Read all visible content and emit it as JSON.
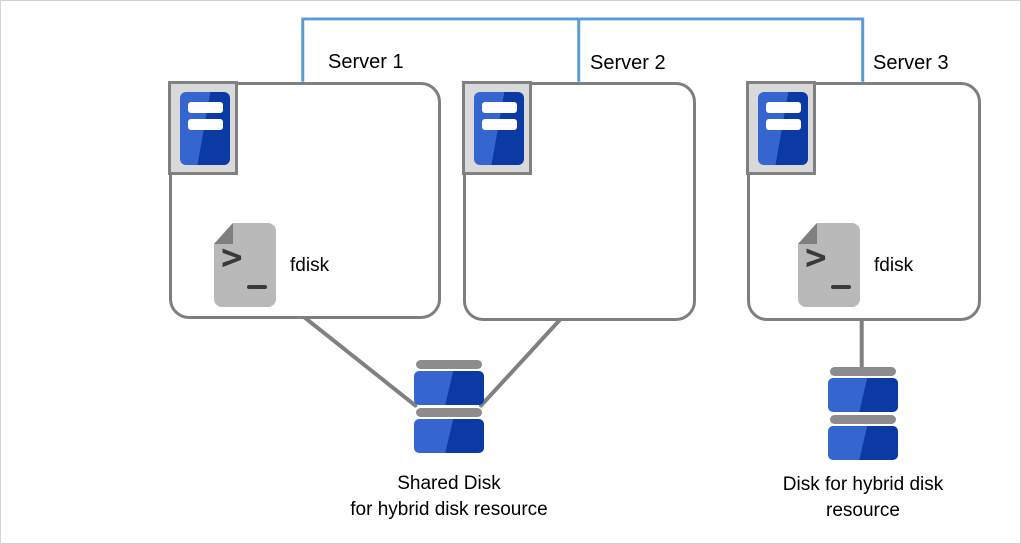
{
  "servers": [
    {
      "label": "Server 1",
      "script_label": "fdisk"
    },
    {
      "label": "Server 2"
    },
    {
      "label": "Server 3",
      "script_label": "fdisk"
    }
  ],
  "disks": {
    "shared": {
      "label_line1": "Shared Disk",
      "label_line2": "for hybrid disk resource"
    },
    "hybrid": {
      "label_line1": "Disk for hybrid disk",
      "label_line2": "resource"
    }
  },
  "icons": {
    "server": "server-tower-icon",
    "script": "script-file-icon",
    "disk": "disk-stack-icon",
    "script_glyph": ">"
  },
  "colors": {
    "network_blue": "#5b9bd5",
    "connector_gray": "#808080",
    "box_border_gray": "#7f7f7f",
    "tower_frame_bg": "#d9d9d9",
    "tower_blue_light": "#3565cf",
    "tower_blue_dark": "#0b3aa5",
    "disk_cap_gray": "#8c8c8c",
    "doc_gray": "#b9b9b9",
    "doc_fold_gray": "#7f7f7f",
    "glyph_dark": "#3a3a3a",
    "text_black": "#000000"
  }
}
